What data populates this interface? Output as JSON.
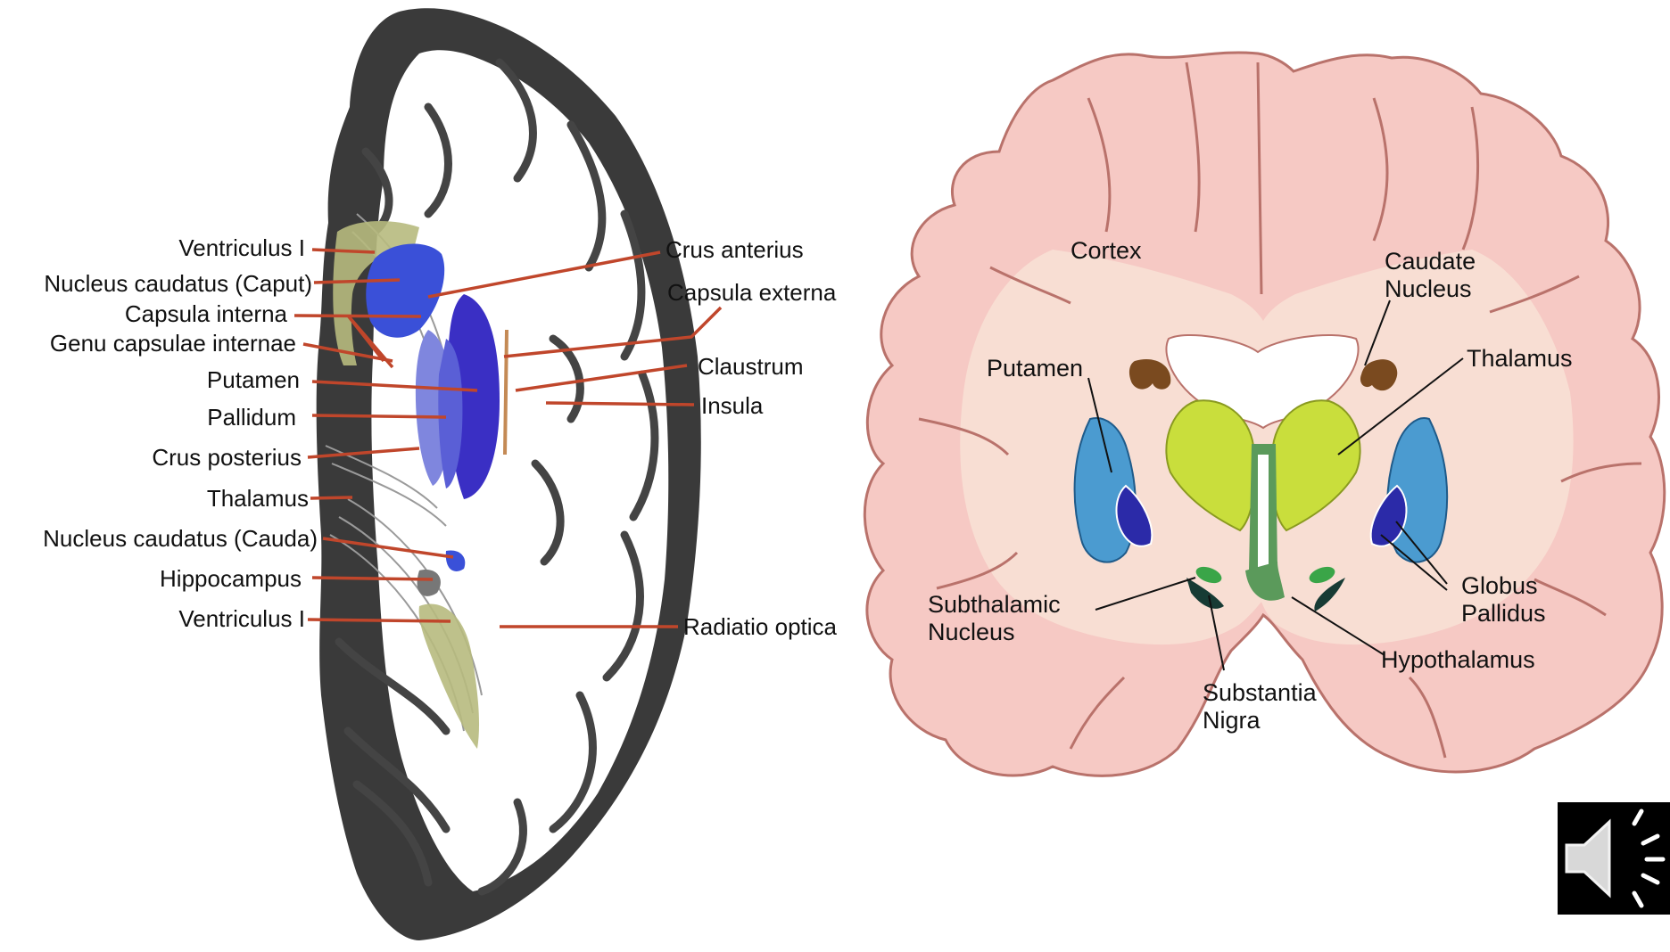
{
  "left_diagram": {
    "labels_left": [
      "Ventriculus I",
      "Nucleus caudatus (Caput)",
      "Capsula interna",
      "Genu capsulae internae",
      "Putamen",
      "Pallidum",
      "Crus posterius",
      "Thalamus",
      "Nucleus caudatus (Cauda)",
      "Hippocampus",
      "Ventriculus I"
    ],
    "labels_right": [
      "Crus anterius",
      "Capsula externa",
      "Claustrum",
      "Insula",
      "Radiatio optica"
    ]
  },
  "right_diagram": {
    "cortex": "Cortex",
    "caudate": [
      "Caudate",
      "Nucleus"
    ],
    "putamen": "Putamen",
    "thalamus": "Thalamus",
    "globus": [
      "Globus",
      "Pallidus"
    ],
    "subthalamic": [
      "Subthalamic",
      "Nucleus"
    ],
    "substantia": [
      "Substantia",
      "Nigra"
    ],
    "hypothalamus": "Hypothalamus"
  },
  "colors": {
    "leader_line": "#c0462b",
    "caudate_blue": "#3a50d8",
    "putamen_violet": "#3a2fc4",
    "pallidum_lavender": "#7f86de",
    "ventricle_olive": "#b7ba7e",
    "cortex_pink": "#f6c9c4",
    "cortex_outline": "#b9726b",
    "white_matter": "#f8ded3",
    "caudate_brown": "#7a4a1f",
    "thalamus_lime": "#c9de3c",
    "putamen_blue": "#4b9bd0",
    "globus_navy": "#2b2aa8",
    "subthalamic_green": "#3aa548",
    "nigra_dark": "#173b34",
    "hypothalamus_green": "#5b9a5b"
  },
  "icons": [
    "speaker-icon"
  ]
}
